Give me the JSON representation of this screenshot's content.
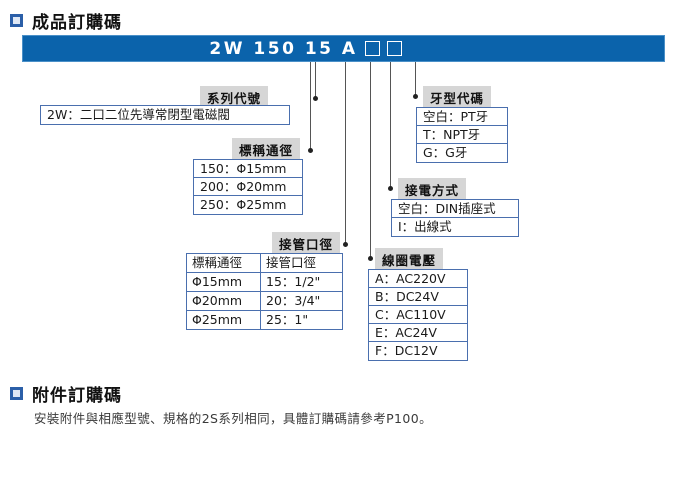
{
  "sections": {
    "product": {
      "title": "成品訂購碼"
    },
    "accessory": {
      "title": "附件訂購碼",
      "note": "安裝附件與相應型號、規格的2S系列相同，具體訂購碼請參考P100。"
    }
  },
  "banner": {
    "code_parts": "2W 150 15 A",
    "box_count": 2,
    "full_code": "2W 150 15 A □ □",
    "color": "#0b63ab"
  },
  "callouts": {
    "series": {
      "label": "系列代號",
      "values": [
        "2W：二口二位先導常閉型電磁閥"
      ]
    },
    "nominal_diameter": {
      "label": "標稱通徑",
      "values": [
        "150：Φ15mm",
        "200：Φ20mm",
        "250：Φ25mm"
      ]
    },
    "pipe_port": {
      "label": "接管口徑",
      "headers": [
        "標稱通徑",
        "接管口徑"
      ],
      "rows": [
        [
          "Φ15mm",
          "15：1/2\""
        ],
        [
          "Φ20mm",
          "20：3/4\""
        ],
        [
          "Φ25mm",
          "25：1\""
        ]
      ]
    },
    "thread_type": {
      "label": "牙型代碼",
      "values": [
        "空白：PT牙",
        "T：NPT牙",
        "G：G牙"
      ]
    },
    "wiring": {
      "label": "接電方式",
      "values": [
        "空白：DIN插座式",
        "I：出線式"
      ]
    },
    "coil_voltage": {
      "label": "線圈電壓",
      "values": [
        "A：AC220V",
        "B：DC24V",
        "C：AC110V",
        "E：AC24V",
        "F：DC12V"
      ]
    }
  }
}
